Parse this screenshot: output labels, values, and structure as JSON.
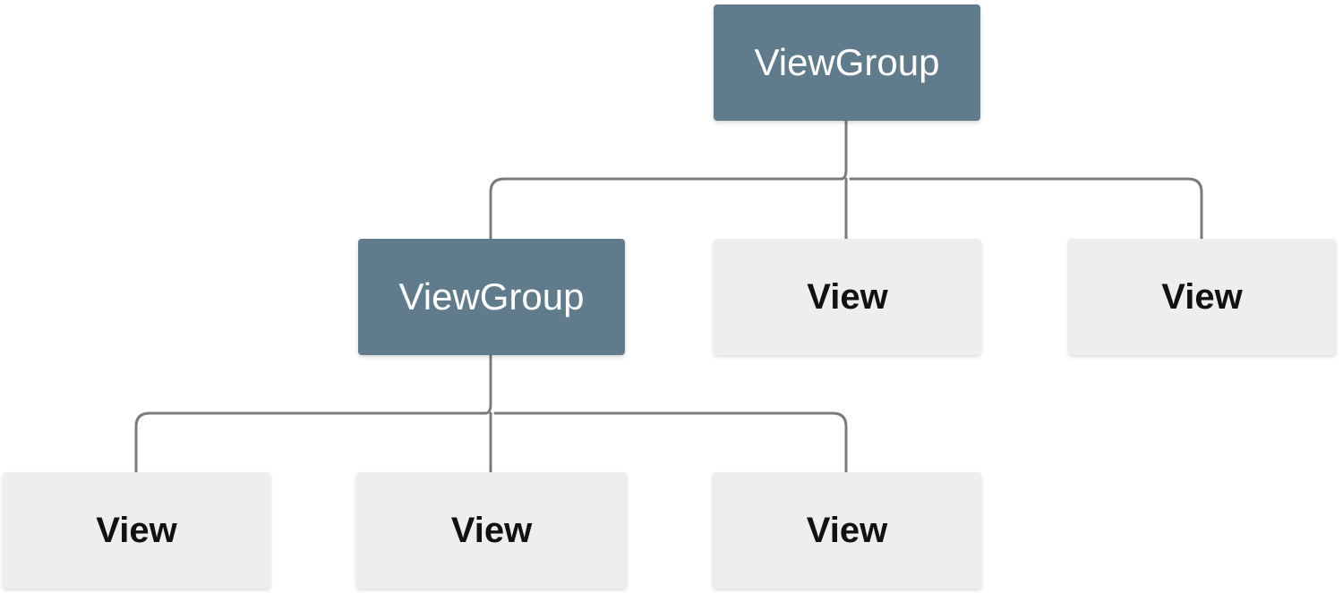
{
  "diagram": {
    "root": {
      "label": "ViewGroup"
    },
    "level_2": [
      {
        "label": "ViewGroup"
      },
      {
        "label": "View"
      },
      {
        "label": "View"
      }
    ],
    "level_3": [
      {
        "label": "View"
      },
      {
        "label": "View"
      },
      {
        "label": "View"
      }
    ],
    "colors": {
      "viewgroup_fill": "#607b8b",
      "view_fill": "#eeeeee",
      "connector": "#7b7b7b"
    }
  }
}
